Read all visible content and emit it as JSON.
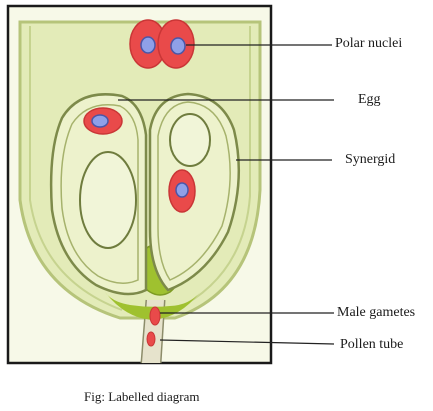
{
  "labels": {
    "polar_nuclei": "Polar nuclei",
    "egg": "Egg",
    "synergid": "Synergid",
    "male_gametes": "Male gametes",
    "pollen_tube": "Pollen tube"
  },
  "caption": "Fig: Labelled diagram",
  "colors": {
    "background": "#ffffff",
    "frame": "#1a1a1a",
    "sac_fill": "#e3ebb8",
    "sac_edge": "#b6c47a",
    "cell_fill": "#edf2cc",
    "filiform": "#9fc12f",
    "nucleus_outer": "#e94a4a",
    "nucleus_inner": "#8fa0e8",
    "leader": "#222222"
  }
}
